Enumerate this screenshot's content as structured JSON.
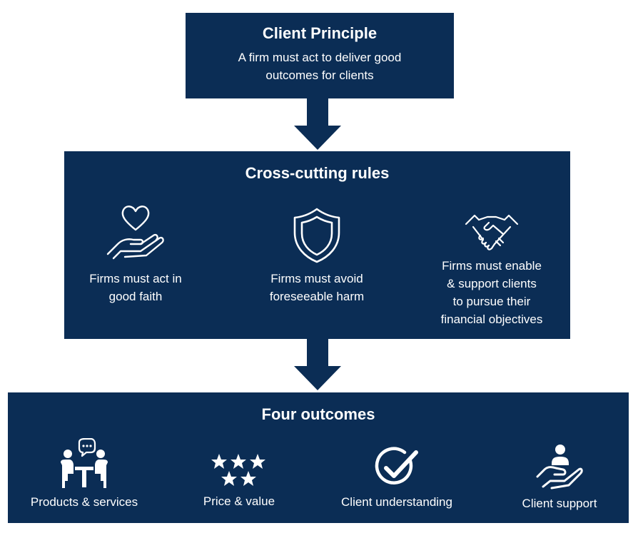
{
  "client_principle": {
    "title": "Client Principle",
    "description_line1": "A firm must act to deliver good",
    "description_line2": "outcomes for clients"
  },
  "cross_cutting": {
    "title": "Cross-cutting rules",
    "rules": [
      {
        "icon": "heart-in-hand-icon",
        "line1": "Firms must act in",
        "line2": "good faith"
      },
      {
        "icon": "shield-icon",
        "line1": "Firms must avoid",
        "line2": "foreseeable harm"
      },
      {
        "icon": "handshake-icon",
        "line1": "Firms must enable",
        "line2": "& support clients",
        "line3": "to pursue their",
        "line4": "financial objectives"
      }
    ]
  },
  "four_outcomes": {
    "title": "Four outcomes",
    "items": [
      {
        "icon": "meeting-icon",
        "label": "Products & services"
      },
      {
        "icon": "stars-icon",
        "label": "Price & value"
      },
      {
        "icon": "checkmark-circle-icon",
        "label": "Client understanding"
      },
      {
        "icon": "helping-hand-icon",
        "label": "Client support"
      }
    ]
  },
  "colors": {
    "box_fill": "#0b2d55",
    "text": "#ffffff",
    "background": "#ffffff"
  }
}
